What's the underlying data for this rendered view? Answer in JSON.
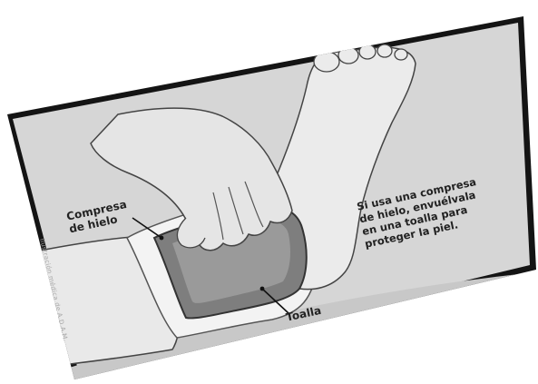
{
  "labels": {
    "compress_line1": "Compresa",
    "compress_line2": "de hielo",
    "towel": "Toalla"
  },
  "instruction": {
    "line1": "Si usa una compresa",
    "line2": "de hielo, envuélvala",
    "line3": "en una toalla para",
    "line4": "proteger la piel."
  },
  "credit_text": "ilustración médica de A.D.A.M.",
  "colors": {
    "background_panel": "#d6d6d6",
    "frame": "#141414",
    "skin": "#e9e9e9",
    "ice_pack": "#7e7e7e",
    "towel": "#f3f3f3"
  }
}
